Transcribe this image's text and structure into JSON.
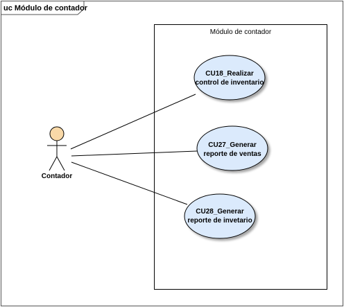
{
  "frame": {
    "title": "uc Módulo de contador"
  },
  "boundary": {
    "title": "Módulo de contador"
  },
  "actor": {
    "name": "Contador"
  },
  "use_cases": [
    {
      "id": "CU18",
      "line1": "CU18_Realizar",
      "line2": "control de inventario"
    },
    {
      "id": "CU27",
      "line1": "CU27_Generar",
      "line2": "reporte de ventas"
    },
    {
      "id": "CU28",
      "line1": "CU28_Generar",
      "line2": "reporte de invetario"
    }
  ],
  "colors": {
    "use_case_fill": "#dbeafc",
    "use_case_stroke": "#000000",
    "actor_head_fill": "#f9d9a8",
    "shadow": "#c8c8c8"
  }
}
